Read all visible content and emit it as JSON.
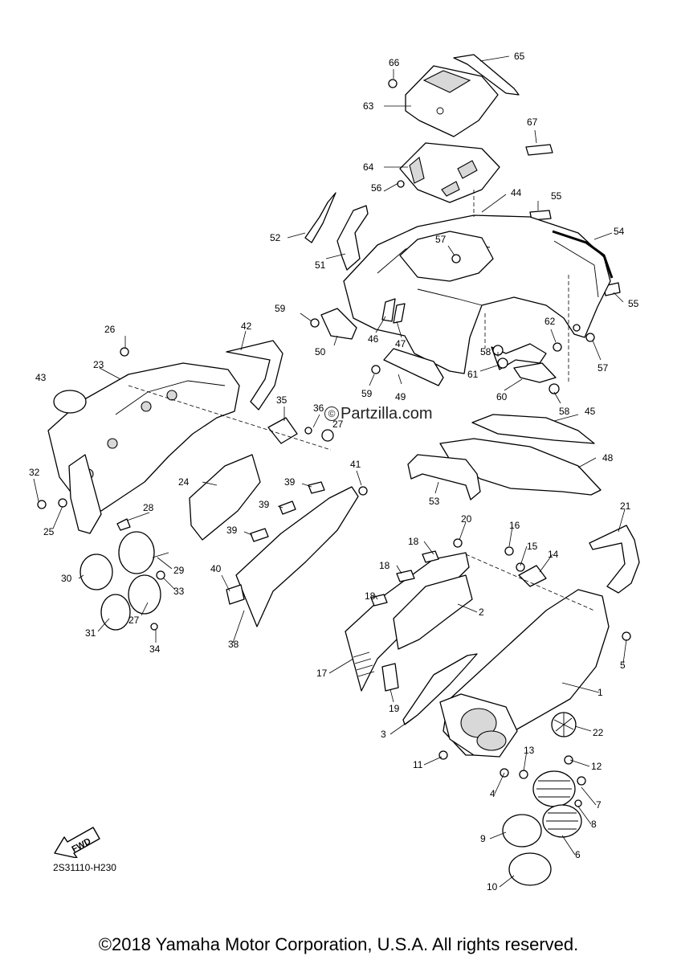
{
  "diagram": {
    "watermark_symbol": "©",
    "watermark": "Partzilla.com",
    "fwd_label": "FWD",
    "diagram_code": "2S31110-H230",
    "copyright": "©2018 Yamaha Motor Corporation, U.S.A. All rights reserved.",
    "callouts": [
      "1",
      "2",
      "3",
      "4",
      "5",
      "6",
      "7",
      "8",
      "9",
      "10",
      "11",
      "12",
      "13",
      "14",
      "15",
      "16",
      "17",
      "18",
      "18",
      "18",
      "18",
      "19",
      "20",
      "21",
      "22",
      "23",
      "24",
      "25",
      "26",
      "27",
      "27",
      "28",
      "29",
      "30",
      "31",
      "32",
      "33",
      "34",
      "35",
      "36",
      "38",
      "39",
      "39",
      "39",
      "40",
      "41",
      "42",
      "43",
      "44",
      "45",
      "46",
      "47",
      "48",
      "49",
      "50",
      "51",
      "52",
      "53",
      "54",
      "55",
      "55",
      "56",
      "57",
      "57",
      "58",
      "58",
      "59",
      "59",
      "60",
      "61",
      "62",
      "63",
      "64",
      "65",
      "66",
      "67"
    ]
  }
}
